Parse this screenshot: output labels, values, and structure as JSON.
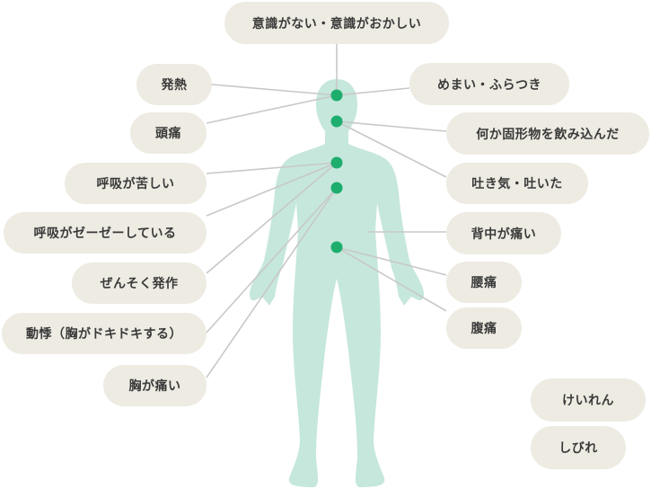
{
  "body_color": "#c6e7dc",
  "dot_color": "#1dae6e",
  "line_color": "#c8c8c8",
  "label_bg": "#edebe2",
  "labels": {
    "top": "意識がない・意識がおかしい",
    "fever": "発熱",
    "headache": "頭痛",
    "breath_hard": "呼吸が苦しい",
    "wheezing": "呼吸がゼーゼーしている",
    "asthma": "ぜんそく発作",
    "palpitation": "動悸（胸がドキドキする）",
    "chest_pain": "胸が痛い",
    "dizziness": "めまい・ふらつき",
    "swallowed": "何か固形物を飲み込んだ",
    "vomit": "吐き気・吐いた",
    "back_pain": "背中が痛い",
    "lower_back_pain": "腰痛",
    "stomach_pain": "腹痛",
    "convulsion": "けいれん",
    "numbness": "しびれ"
  }
}
